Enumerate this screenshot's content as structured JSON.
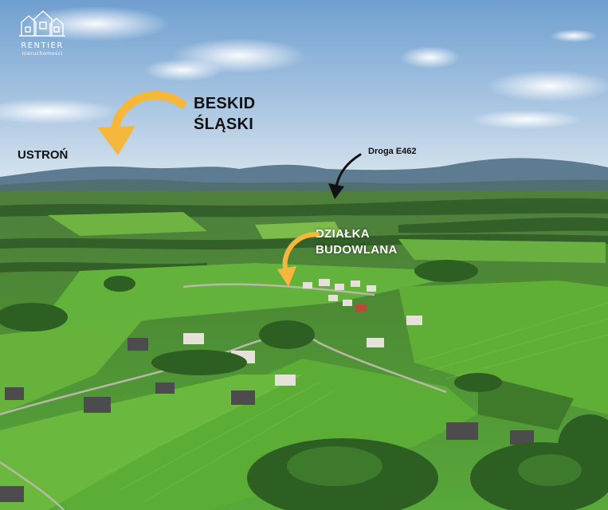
{
  "logo": {
    "icon": "house-outline-icon",
    "name": "RENTIER",
    "subtitle": "nieruchomości"
  },
  "labels": {
    "beskid_line1": "BESKID",
    "beskid_line2": "ŚLĄSKI",
    "ustron": "USTROŃ",
    "droga": "Droga E462",
    "dzialka_line1": "DZIAŁKA",
    "dzialka_line2": "BUDOWLANA"
  },
  "colors": {
    "accent_arrow": "#f5b83d",
    "dark_arrow": "#111111",
    "sky": "#8fb6d8",
    "field": "#5fae3a"
  }
}
